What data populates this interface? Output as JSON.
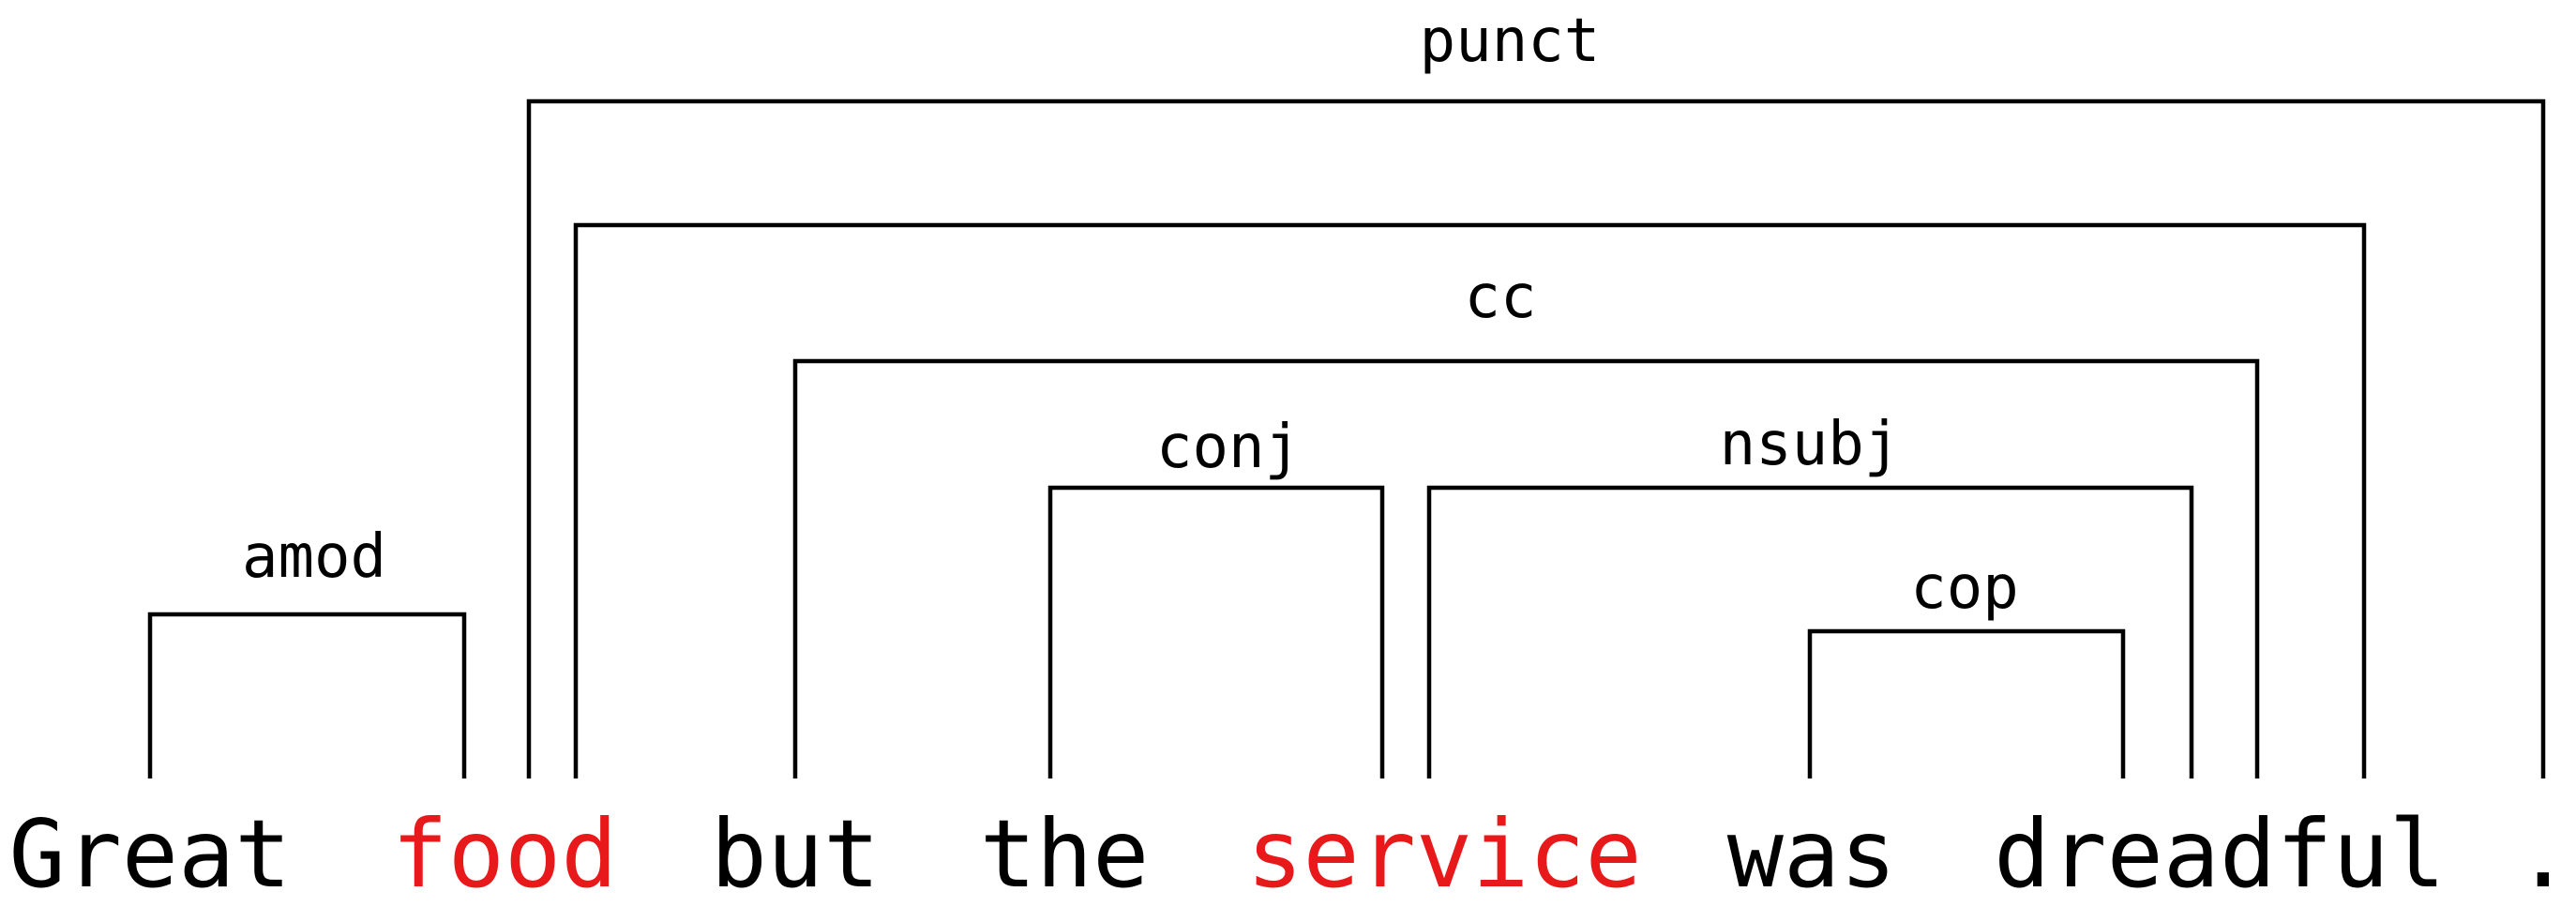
{
  "colors": {
    "normal": "#000000",
    "highlight": "#e8191b"
  },
  "tokens": [
    {
      "text": "Great",
      "highlight": false
    },
    {
      "text": "food",
      "highlight": true
    },
    {
      "text": "but",
      "highlight": false
    },
    {
      "text": "the",
      "highlight": false
    },
    {
      "text": "service",
      "highlight": true
    },
    {
      "text": "was",
      "highlight": false
    },
    {
      "text": "dreadful",
      "highlight": false
    },
    {
      "text": ".",
      "highlight": false
    }
  ],
  "relations": [
    {
      "label": "amod",
      "from": 0,
      "to": 1
    },
    {
      "label": "conj",
      "from": 3,
      "to": 4
    },
    {
      "label": "cop",
      "from": 5,
      "to": 6
    },
    {
      "label": "nsubj",
      "from": 4,
      "to": 6
    },
    {
      "label": "cc",
      "from": 2,
      "to": 6
    },
    {
      "label": "",
      "from": 1,
      "to": 6
    },
    {
      "label": "punct",
      "from": 1,
      "to": 7
    }
  ]
}
